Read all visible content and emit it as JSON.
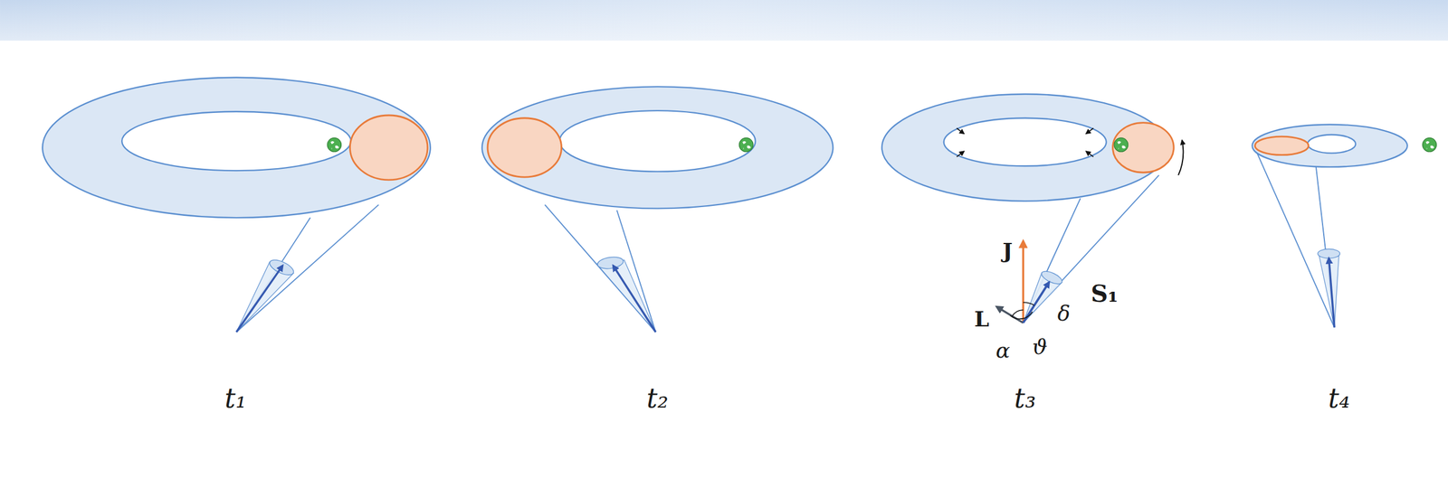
{
  "diagram": {
    "labels": [
      "t₁",
      "t₂",
      "t₃",
      "t₄",
      "J",
      "L",
      "S₁",
      "α",
      "ϑ",
      "δ"
    ]
  }
}
